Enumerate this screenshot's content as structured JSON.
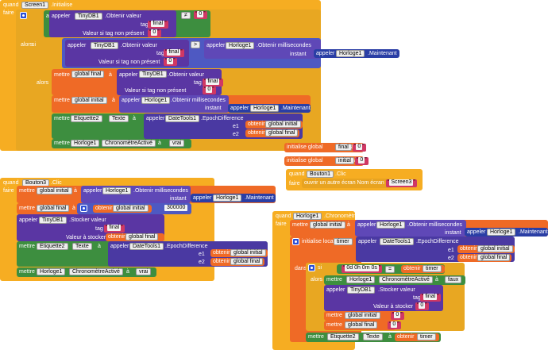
{
  "screen1": {
    "quand": "quand",
    "component": "Screen1",
    "event": ".Initialise",
    "faire": "faire",
    "si": "si",
    "alors": "alors",
    "appeler": "appeler",
    "tinydb1": "TinyDB1",
    "obtenir_valeur": ".Obtenir valeur",
    "tag": "tag",
    "tag_final": "final",
    "valeur_si_tag": "Valeur si tag non présent",
    "zero": "0",
    "neq": "≠",
    "gt": ">",
    "horloge1": "Horloge1",
    "obtenir_ms": ".Obtenir millisecondes",
    "instant": "instant",
    "maintenant": ".Maintenant",
    "mettre": "mettre",
    "global_final": "global final",
    "global_initial": "global initial",
    "a": "à",
    "etiquette2": "Etiquette2",
    "texte": "Texte",
    "datetools1": "DateTools1",
    "epoch_diff": ".EpochDifference",
    "e1": "e1",
    "e2": "e2",
    "obtenir": "obtenir",
    "chrono_active": "ChronomètreActivé",
    "vrai": "vrai"
  },
  "globals": [
    {
      "initialise": "initialise global",
      "name": "final",
      "a": "à",
      "value": "0"
    },
    {
      "initialise": "initialise global",
      "name": "initial",
      "a": "à",
      "value": "0"
    }
  ],
  "bouton1": {
    "quand": "quand",
    "component": "Bouton1",
    "event": ".Clic",
    "faire": "faire",
    "action": "ouvrir un autre écran  Nom écran",
    "screen_name": "Screen3"
  },
  "bouton3": {
    "quand": "quand",
    "component": "Bouton3",
    "event": ".Clic",
    "faire": "faire",
    "mettre": "mettre",
    "a": "à",
    "global_initial": "global initial",
    "global_final": "global final",
    "appeler": "appeler",
    "horloge1": "Horloge1",
    "obtenir_ms": ".Obtenir millisecondes",
    "instant": "instant",
    "maintenant": ".Maintenant",
    "obtenir": "obtenir",
    "plus": "+",
    "add_value": "300000",
    "tinydb1": "TinyDB1",
    "stocker_valeur": ".Stocker valeur",
    "tag": "tag",
    "tag_final": "final",
    "valeur_a_stocker": "Valeur à stocker",
    "etiquette2": "Etiquette2",
    "texte": "Texte",
    "datetools1": "DateTools1",
    "epoch_diff": ".EpochDifference",
    "e1": "e1",
    "e2": "e2",
    "chrono_active": "ChronomètreActivé",
    "vrai": "vrai"
  },
  "horloge": {
    "quand": "quand",
    "component": "Horloge1",
    "event": ".Chronomètre",
    "faire": "faire",
    "mettre": "mettre",
    "a": "à",
    "global_initial": "global initial",
    "global_final": "global final",
    "appeler": "appeler",
    "horloge1": "Horloge1",
    "obtenir_ms": ".Obtenir millisecondes",
    "instant": "instant",
    "maintenant": ".Maintenant",
    "init_local": "initialise local",
    "timer": "timer",
    "datetools1": "DateTools1",
    "epoch_diff": ".EpochDifference",
    "e1": "e1",
    "e2": "e2",
    "obtenir": "obtenir",
    "dans": "dans",
    "si": "si",
    "alors": "alors",
    "zero_time": "0d 0h 0m 0s",
    "eq": "=",
    "chrono_active": "ChronomètreActivé",
    "faux": "faux",
    "tinydb1": "TinyDB1",
    "stocker_valeur": ".Stocker valeur",
    "tag": "tag",
    "tag_final": "final",
    "valeur_a_stocker": "Valeur à stocker",
    "zero": "0",
    "etiquette2": "Etiquette2",
    "texte": "Texte"
  }
}
